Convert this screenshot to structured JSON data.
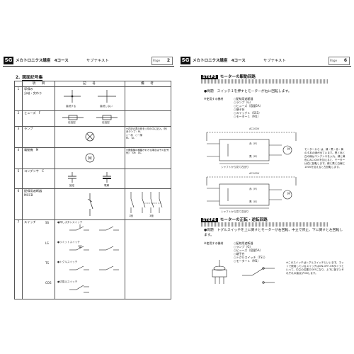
{
  "left_page": {
    "logo": "SG",
    "course": "メカトロニクス講座　4コース",
    "text_name": "サブテキスト",
    "page_label": "Page",
    "page_number": "2",
    "section_number": "2.",
    "section_title": "図面記号集",
    "table_headers": [
      "項　目",
      "記　号",
      "備　考"
    ],
    "rows": [
      {
        "no": "1",
        "item": "導線の\n分岐・交わり",
        "sym_captions": [
          "接続する",
          "接続しない"
        ],
        "note": ""
      },
      {
        "no": "2",
        "item": "ヒューズ　F",
        "sym_captions": [
          "包括型",
          "包括型"
        ],
        "note": ""
      },
      {
        "no": "3",
        "item": "ランプ",
        "sym_captions": [],
        "note": "※右記の表示色を○印の中に記入。例）赤ランプ：RL\n○ー赤　○ー緑\nRL　GL"
      },
      {
        "no": "4",
        "item": "電動機　M",
        "sym_captions": [],
        "note": "※電動機の種類がわかる場合はその記号\n例）　SM　DC"
      },
      {
        "no": "5",
        "item": "コンデンサ　C",
        "sym_captions": [
          "固定",
          "電解"
        ],
        "note": ""
      },
      {
        "no": "6",
        "item": "配線用遮断器\nMCCB",
        "sym_captions": [],
        "note_captions": [
          "1極",
          "3極"
        ]
      },
      {
        "no": "7",
        "item": "スイッチ",
        "sub_items": [
          "SS",
          "LS",
          "TS",
          "COS"
        ],
        "sym_captions": [
          "●押しボタンスイッチ",
          "●リミットスイッチ",
          "●トグルスイッチ",
          "●切換えスイッチ"
        ]
      }
    ]
  },
  "right_page": {
    "logo": "SG",
    "course": "メカトロニクス講座　4コース",
    "text_name": "サブテキスト",
    "page_label": "Page",
    "page_number": "6",
    "step5": {
      "label": "STEP5",
      "title": "モーターの駆動回路"
    },
    "q1": "●問題　スイッチ１を押すとモーターが右に回転します。",
    "parts_label": "※使用する機材",
    "parts1": [
      "○配線用遮断器",
      "○ランプ（G）",
      "○ヒューズ（容量5A）",
      "○端子台",
      "○スイッチ１（SS1）",
      "○モーター１（M1）"
    ],
    "ac": "AC100V",
    "wires": [
      "赤（R）",
      "黒（B）"
    ],
    "caption1": "シャフトから見て右回り",
    "caption2": "シャフトから見て左回り",
    "side_note": "モーターから は、緑・黒・赤・黄の４本の線が出ています。黒と赤と白の線はコンデンサを入れ、緑と黄色にAC100Vを加えると、モーターは右に回転します。緑と黒と白線に100Vを加えると左回転します。",
    "motor": "M",
    "step6": {
      "label": "STEP6",
      "title": "モーターの正転・逆転回路"
    },
    "q2": "●問題　トグルスイッチを上に倒すとモーターが右回転、中立で停止、下に倒すと左回転します。",
    "parts2": [
      "○配線用遮断器",
      "○ランプ（G）",
      "○ヒューズ（容量5A）",
      "○端子台",
      "○トグルスイッチ（TS1）",
      "○モーター１（M1）"
    ],
    "note2": "※このスイッチはトグルスイッチといいます。ネットで使用しているスイッチはON-OFF-ONタイプといって、中立の位置でOFFになり、上下に倒すとそれぞれの接点がONします。"
  }
}
